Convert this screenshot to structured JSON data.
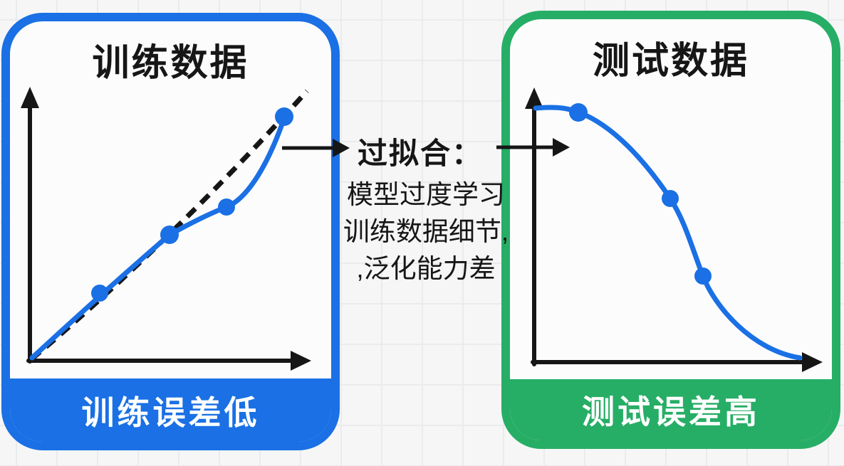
{
  "colors": {
    "blue": "#1a70e4",
    "green": "#27ae66",
    "ink": "#161616",
    "page_bg": "#f6f6f7",
    "grid_line": "#eaebed",
    "panel_bg": "#fcfcfd",
    "footer_text": "#ffffff"
  },
  "left_panel": {
    "title": "训练数据",
    "footer_label": "训练误差低"
  },
  "right_panel": {
    "title": "测试数据",
    "footer_label": "测试误差高"
  },
  "annotation": {
    "heading": "过拟合：",
    "line1": "模型过度学习",
    "line2": "训练数据细节,",
    "line3": ",泛化能力差"
  }
}
